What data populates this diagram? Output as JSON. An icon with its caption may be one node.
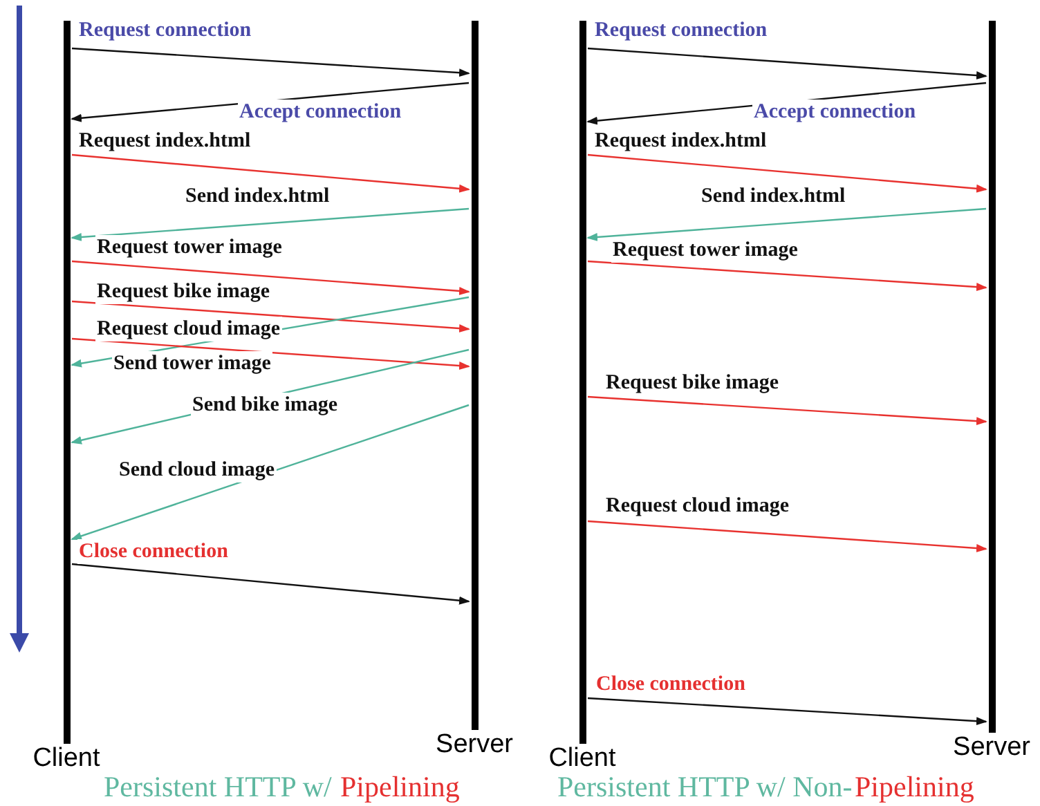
{
  "diagram": {
    "nodes": [
      {
        "text": [
          "Client"
        ]
      },
      {
        "text": [
          "Server"
        ]
      },
      {
        "text": [
          "Client"
        ]
      },
      {
        "text": [
          "Server"
        ]
      }
    ],
    "edges": [
      {
        "from": 0,
        "to": 1,
        "arrow": "to",
        "label": "Request connection",
        "color": "#111111"
      },
      {
        "from": 1,
        "to": 0,
        "arrow": "to",
        "label": "Accept connection",
        "color": "#111111"
      },
      {
        "from": 0,
        "to": 1,
        "arrow": "to",
        "label": "Request index.html",
        "color": "#e8322f"
      },
      {
        "from": 1,
        "to": 0,
        "arrow": "to",
        "label": "Send index.html",
        "color": "#4fb39a"
      },
      {
        "from": 0,
        "to": 1,
        "arrow": "to",
        "label": "Request tower image",
        "color": "#e8322f"
      },
      {
        "from": 0,
        "to": 1,
        "arrow": "to",
        "label": "Request bike image",
        "color": "#e8322f"
      },
      {
        "from": 1,
        "to": 0,
        "arrow": "to",
        "label": "Send tower image",
        "color": "#4fb39a"
      },
      {
        "from": 0,
        "to": 1,
        "arrow": "to",
        "label": "Request cloud image",
        "color": "#e8322f"
      },
      {
        "from": 1,
        "to": 0,
        "arrow": "to",
        "label": "Send bike image",
        "color": "#4fb39a"
      },
      {
        "from": 1,
        "to": 0,
        "arrow": "to",
        "label": "Send cloud image",
        "color": "#4fb39a"
      },
      {
        "from": 0,
        "to": 1,
        "arrow": "to",
        "label": "Close connection",
        "color": "#111111"
      },
      {
        "from": 2,
        "to": 3,
        "arrow": "to",
        "label": "Request connection",
        "color": "#111111"
      },
      {
        "from": 3,
        "to": 2,
        "arrow": "to",
        "label": "Accept connection",
        "color": "#111111"
      },
      {
        "from": 2,
        "to": 3,
        "arrow": "to",
        "label": "Request index.html",
        "color": "#e8322f"
      },
      {
        "from": 3,
        "to": 2,
        "arrow": "to",
        "label": "Send index.html",
        "color": "#4fb39a"
      },
      {
        "from": 2,
        "to": 3,
        "arrow": "to",
        "label": "Request tower image",
        "color": "#e8322f"
      },
      {
        "from": 2,
        "to": 3,
        "arrow": "to",
        "label": "Request bike image",
        "color": "#e8322f"
      },
      {
        "from": 2,
        "to": 3,
        "arrow": "to",
        "label": "Request cloud image",
        "color": "#e8322f"
      },
      {
        "from": 2,
        "to": 3,
        "arrow": "to",
        "label": "Close connection",
        "color": "#111111"
      }
    ],
    "labels": [
      "Persistent HTTP w/",
      "Pipelining",
      "Persistent HTTP w/ Non-",
      "Pipelining"
    ]
  }
}
